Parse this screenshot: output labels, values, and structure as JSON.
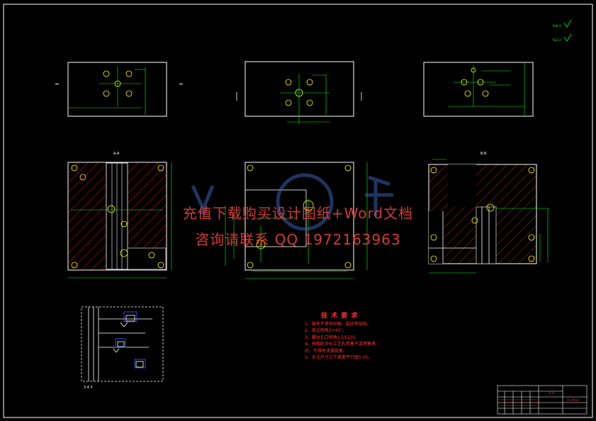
{
  "watermark": {
    "line1": "充值下载购买设计图纸+Word文档",
    "line2": "咨询请联系 QQ 1972163963"
  },
  "tech_requirements": {
    "title": "技 术 要 求",
    "items": [
      "1、铸件不得有砂眼、裂纹等缺陷。",
      "2、周边倒角2×45°。",
      "3、螺纹孔口倒角1.5X120。",
      "4、按图纸对标工艺孔用塞子或堵塞堵",
      "   好，不得有渗漏现象。",
      "5、未注尺寸上下表面平行度0.05。"
    ]
  },
  "title_block": {
    "scale": "1:5",
    "drawing_no": "01-0014"
  },
  "surface_finish": {
    "label1": "Ra6.3",
    "label2": "Ra3.2"
  },
  "section_labels": {
    "left": "A-A",
    "right": "B-B",
    "schematic": "3  4  5"
  },
  "colors": {
    "background": "#000000",
    "border": "#ffffff",
    "dimension": "#00ff00",
    "hatch": "#ff2020",
    "accent_blue": "#4060ff",
    "text_red": "#ff3030"
  }
}
